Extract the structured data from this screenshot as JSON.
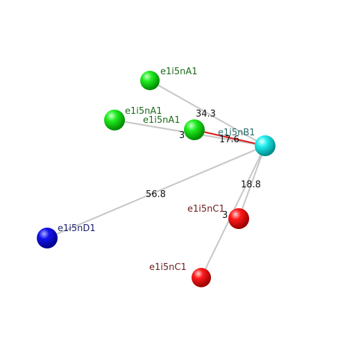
{
  "nodes": {
    "a1_top": {
      "label": "e1i5nA1",
      "color": "#00e000",
      "label_color": "#1c6b1c"
    },
    "a1_left": {
      "label": "e1i5nA1",
      "color": "#00e000",
      "label_color": "#1c6b1c"
    },
    "a1_mid": {
      "label": "e1i5nA1",
      "color": "#00e000",
      "label_color": "#1c6b1c"
    },
    "b1": {
      "label": "e1i5nB1",
      "color": "#00e5e5",
      "label_color": "#2a6a6a"
    },
    "c1_up": {
      "label": "e1i5nC1",
      "color": "#ff0000",
      "label_color": "#6b1c1c"
    },
    "c1_down": {
      "label": "e1i5nC1",
      "color": "#ff0000",
      "label_color": "#6b1c1c"
    },
    "d1": {
      "label": "e1i5nD1",
      "color": "#0000e0",
      "label_color": "#1c1c6b"
    }
  },
  "edges": [
    {
      "from": "b1",
      "to": "a1_top",
      "label": "34.3",
      "color": "#c8c8c8"
    },
    {
      "from": "b1",
      "to": "a1_left",
      "label": "3",
      "color": "#c8c8c8"
    },
    {
      "from": "b1",
      "to": "a1_mid",
      "label": "17.6",
      "color": "#dd2222"
    },
    {
      "from": "b1",
      "to": "c1_up",
      "label": "18.8",
      "color": "#c8c8c8"
    },
    {
      "from": "b1",
      "to": "c1_down",
      "label": "3",
      "color": "#c8c8c8"
    },
    {
      "from": "b1",
      "to": "d1",
      "label": "56.8",
      "color": "#c8c8c8"
    }
  ]
}
